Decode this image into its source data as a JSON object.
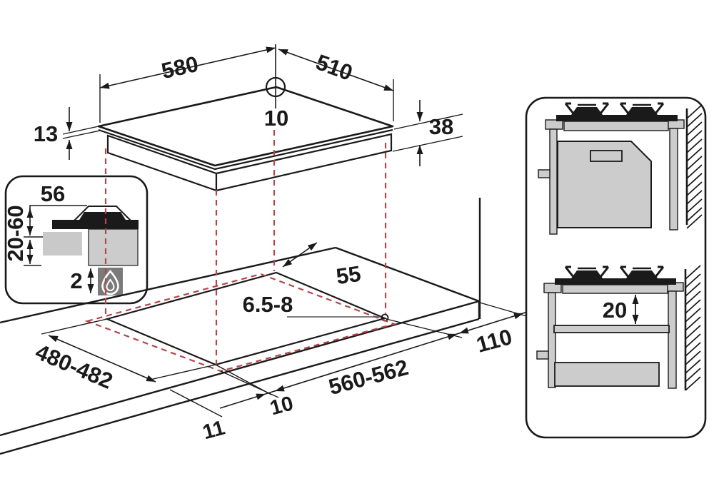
{
  "labels": {
    "hob": {
      "width": "580",
      "depth": "510",
      "hole_diameter": "10",
      "glass_thickness": "13",
      "body_height": "38"
    },
    "inset": {
      "edge_offset": "56",
      "worktop_thickness": "20-60",
      "bottom_gap": "2"
    },
    "worktop": {
      "rear_clearance": "55",
      "fixing_hole_diameter": "6.5-8",
      "right_clearance": "110",
      "cutout_length": "560-562",
      "cutout_depth": "480-482",
      "front_gap": "10",
      "front_edge_distance": "11"
    },
    "side_view": {
      "shelf_clearance": "20"
    }
  },
  "colors": {
    "line": "#1a1a1a",
    "dashed_red": "#b5464b",
    "panel_gray": "#cccccc",
    "dark_gray": "#7a7a7a"
  }
}
